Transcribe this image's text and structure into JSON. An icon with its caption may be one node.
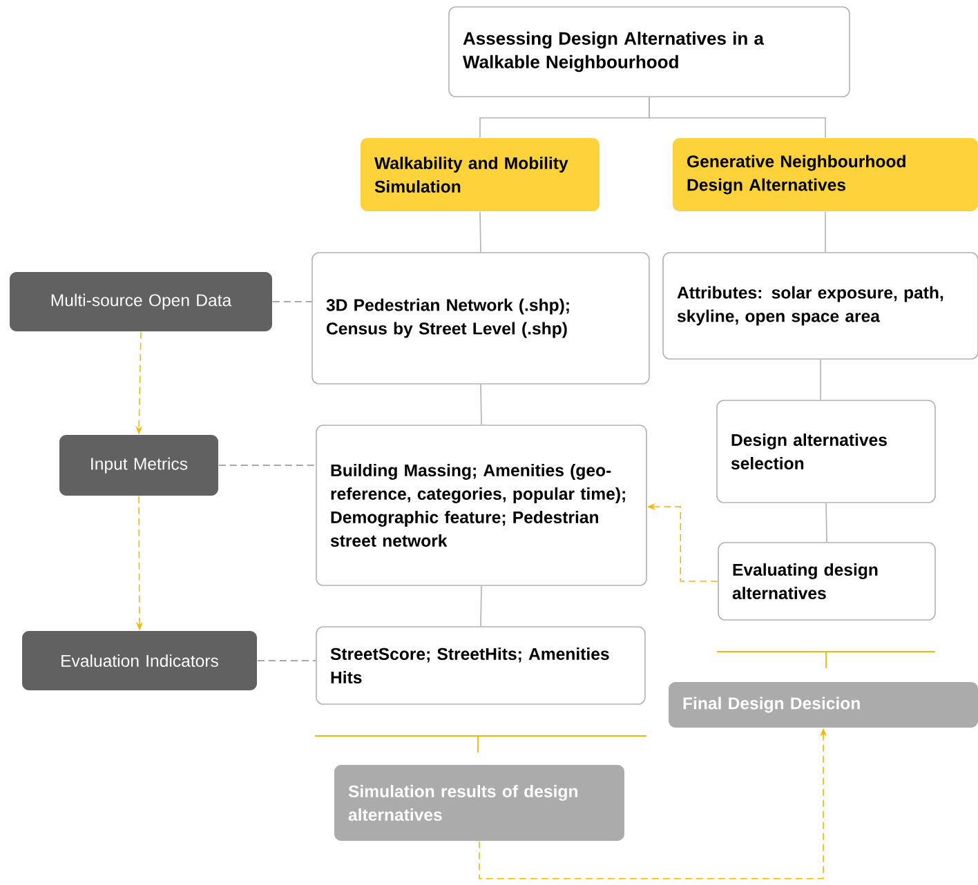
{
  "diagram": {
    "nodes": [
      {
        "text": [
          "Assessing Design Alternatives in a Walkable Neighbourhood"
        ]
      },
      {
        "text": [
          "Walkability and Mobility Simulation"
        ]
      },
      {
        "text": [
          "Generative Neighbourhood Design Alternatives"
        ]
      },
      {
        "text": [
          "Multi-source Open Data"
        ]
      },
      {
        "text": [
          "3D Pedestrian Network (.shp); Census by Street Level (.shp)"
        ]
      },
      {
        "text": [
          "Attributes: solar exposure, path, skyline, open space area"
        ]
      },
      {
        "text": [
          "Design alternatives selection"
        ]
      },
      {
        "text": [
          "Input Metrics"
        ]
      },
      {
        "text": [
          "Building Massing; Amenities (geo-reference, categories, popular time); Demographic feature; Pedestrian street network"
        ]
      },
      {
        "text": [
          "Evaluating design alternatives"
        ]
      },
      {
        "text": [
          "Evaluation Indicators"
        ]
      },
      {
        "text": [
          "StreetScore; StreetHits; Amenities Hits"
        ]
      },
      {
        "text": [
          "Final Design Desicion"
        ]
      },
      {
        "text": [
          "Simulation results of design alternatives"
        ]
      }
    ],
    "edges": [
      {
        "from": 0,
        "to": 1,
        "arrow": "none"
      },
      {
        "from": 0,
        "to": 2,
        "arrow": "none"
      },
      {
        "from": 1,
        "to": 4,
        "arrow": "none"
      },
      {
        "from": 2,
        "to": 5,
        "arrow": "none"
      },
      {
        "from": 5,
        "to": 6,
        "arrow": "none"
      },
      {
        "from": 6,
        "to": 9,
        "arrow": "none"
      },
      {
        "from": 4,
        "to": 8,
        "arrow": "none"
      },
      {
        "from": 8,
        "to": 11,
        "arrow": "none"
      },
      {
        "from": 3,
        "to": 4,
        "arrow": "none",
        "style": "dashed"
      },
      {
        "from": 7,
        "to": 8,
        "arrow": "none",
        "style": "dashed"
      },
      {
        "from": 10,
        "to": 11,
        "arrow": "none",
        "style": "dashed"
      },
      {
        "from": 3,
        "to": 7,
        "arrow": "to",
        "style": "dashed",
        "color": "#f5b800"
      },
      {
        "from": 7,
        "to": 10,
        "arrow": "to",
        "style": "dashed",
        "color": "#f5b800"
      },
      {
        "from": 9,
        "to": 8,
        "arrow": "to",
        "style": "dashed",
        "color": "#f5b800"
      },
      {
        "from": 13,
        "to": 12,
        "arrow": "to",
        "style": "dashed",
        "color": "#f5b800"
      }
    ]
  }
}
